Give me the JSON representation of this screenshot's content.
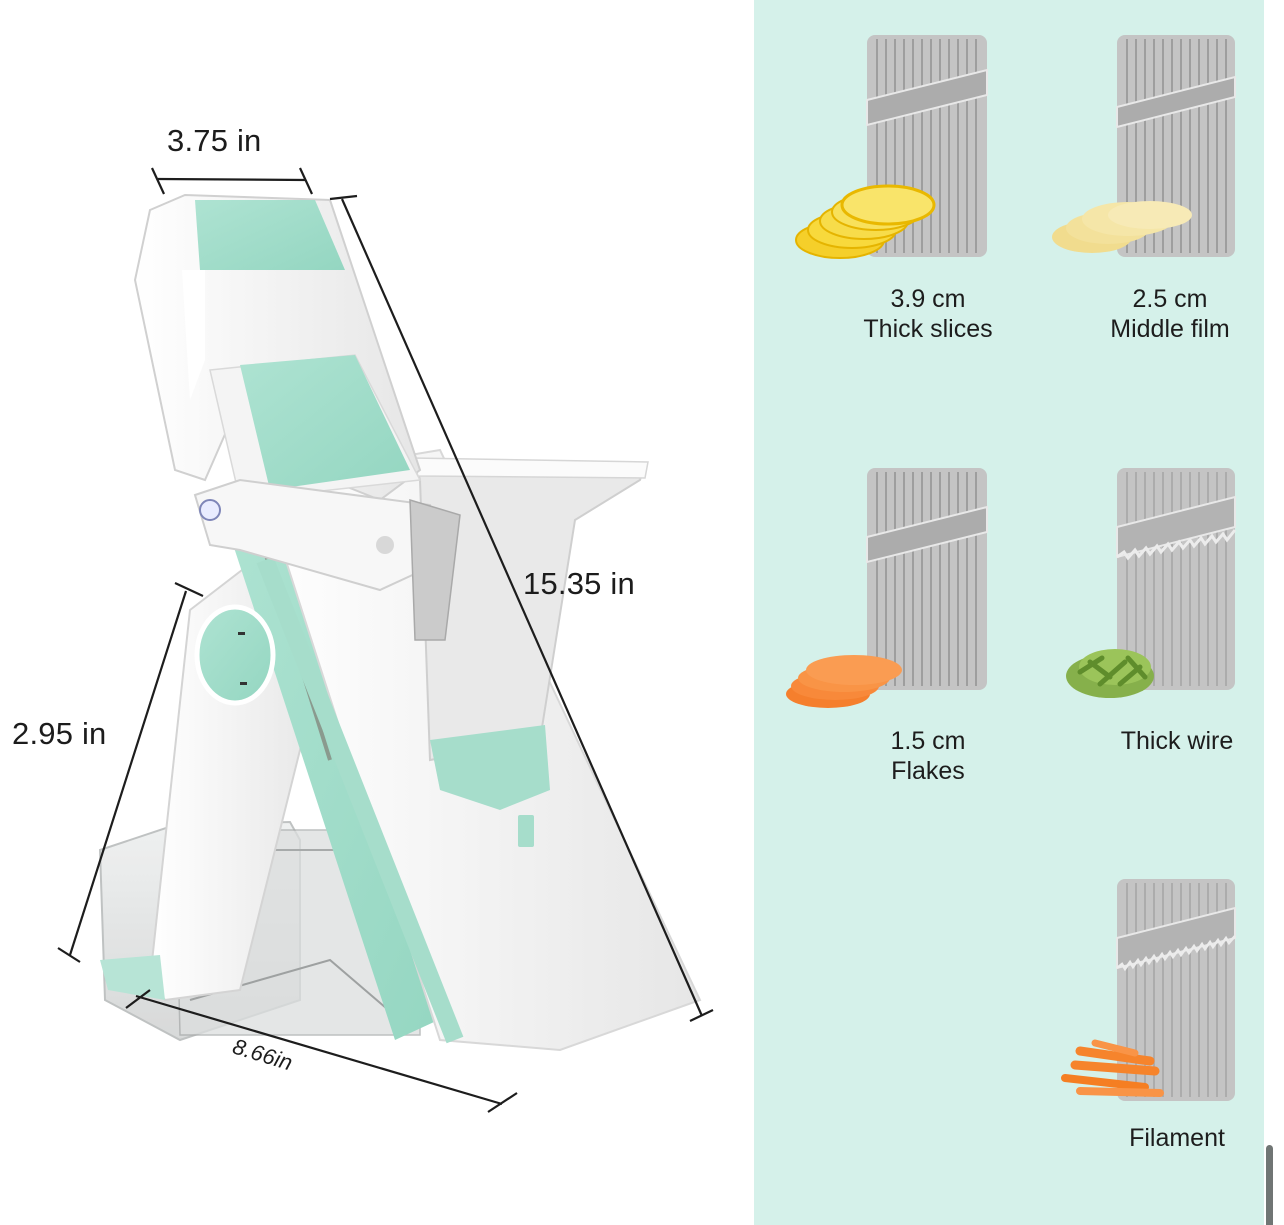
{
  "product": {
    "name": "Mandoline vegetable slicer",
    "colors": {
      "accent_mint": "#a3ddcb",
      "body_white": "#f2f2f2",
      "panel_bg": "#d5f1ea",
      "blade_grey": "#bdbdbd",
      "text": "#1d1d1d"
    },
    "dimensions": {
      "handle_width": "3.75 in",
      "total_height": "15.35 in",
      "leg_height": "2.95 in",
      "base_depth": "8.66in"
    }
  },
  "blades": [
    {
      "size": "3.9 cm",
      "name": "Thick slices",
      "food": "lemon slices",
      "food_color": "#f5cf2a"
    },
    {
      "size": "2.5 cm",
      "name": "Middle film",
      "food": "potato slices",
      "food_color": "#f3e19b"
    },
    {
      "size": "1.5 cm",
      "name": "Flakes",
      "food": "carrot slices",
      "food_color": "#f8893a"
    },
    {
      "size": "",
      "name": "Thick wire",
      "food": "green bean pieces",
      "food_color": "#86b04b"
    },
    {
      "size": "",
      "name": "Filament",
      "food": "carrot sticks",
      "food_color": "#f6842c"
    }
  ]
}
